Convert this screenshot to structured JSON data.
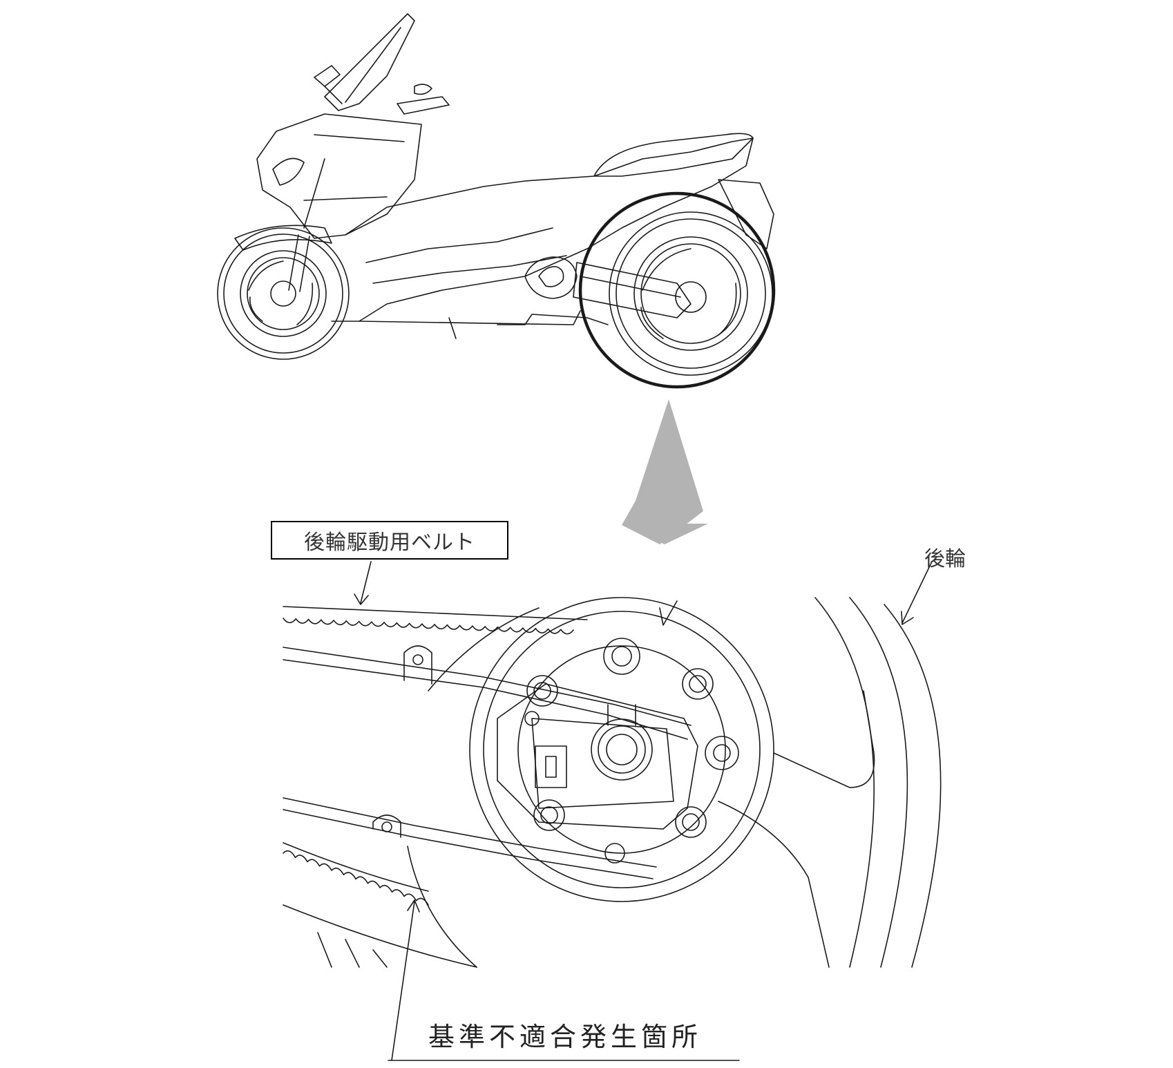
{
  "labels": {
    "belt": "後輪駆動用ベルト",
    "rear_wheel": "後輪",
    "defect_location": "基準不適合発生箇所"
  },
  "colors": {
    "line": "#1a1a1a",
    "arrow_fill": "#b3b3b3",
    "background": "#ffffff"
  }
}
